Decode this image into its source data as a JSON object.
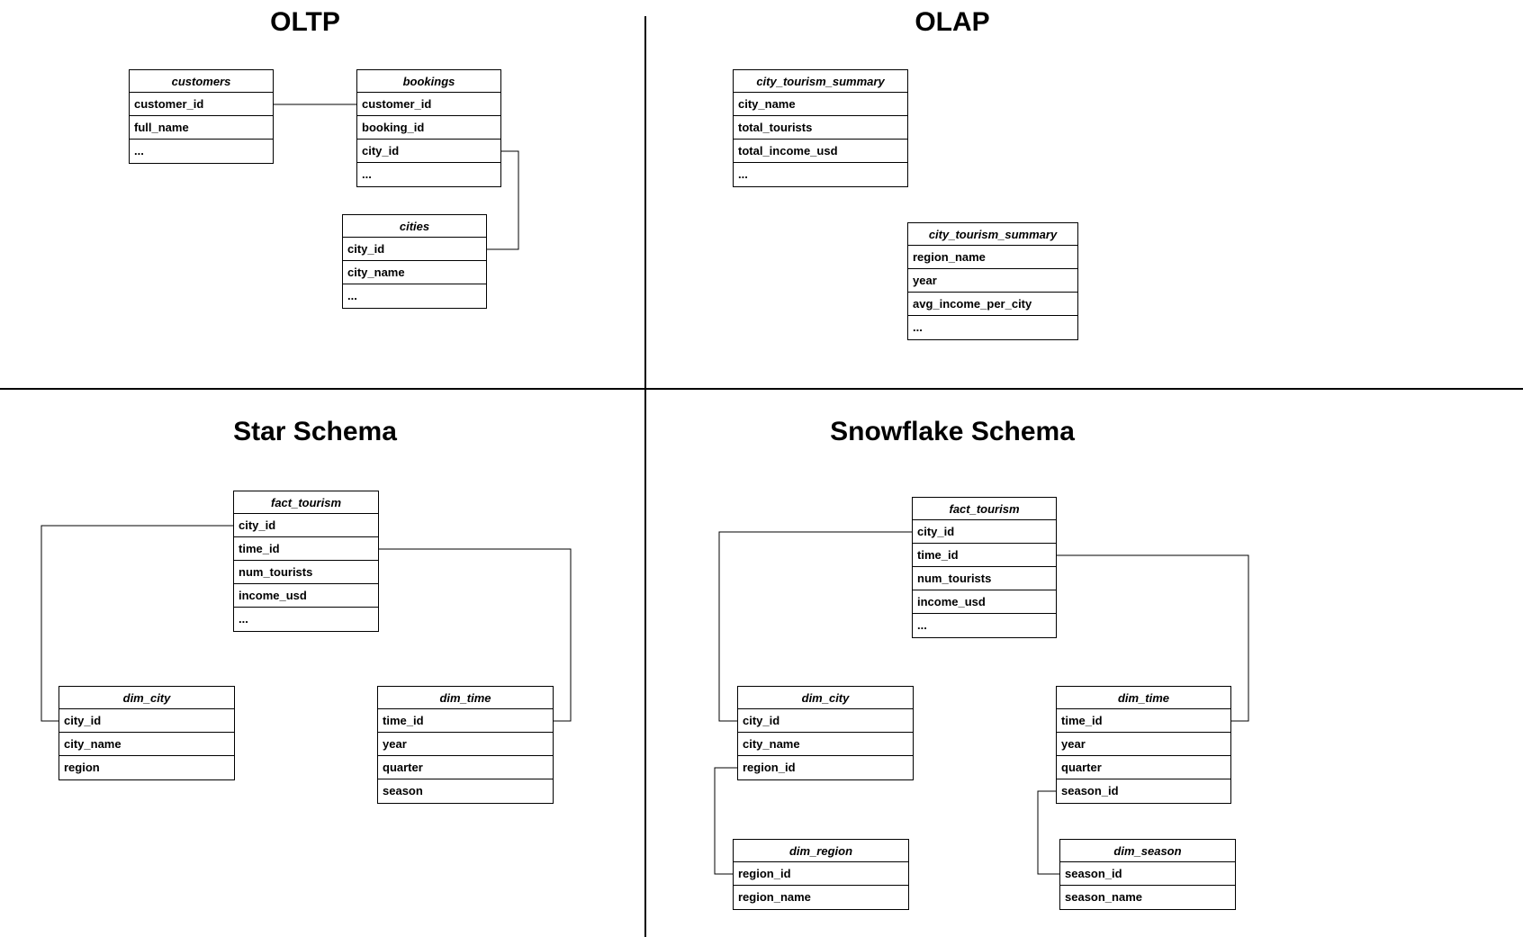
{
  "sections": {
    "oltp": "OLTP",
    "olap": "OLAP",
    "star": "Star Schema",
    "snowflake": "Snowflake Schema"
  },
  "tables": {
    "oltp_customers": {
      "name": "customers",
      "fields": [
        "customer_id",
        "full_name",
        "..."
      ]
    },
    "oltp_bookings": {
      "name": "bookings",
      "fields": [
        "customer_id",
        "booking_id",
        "city_id",
        "..."
      ]
    },
    "oltp_cities": {
      "name": "cities",
      "fields": [
        "city_id",
        "city_name",
        "..."
      ]
    },
    "olap_summary_1": {
      "name": "city_tourism_summary",
      "fields": [
        "city_name",
        "total_tourists",
        "total_income_usd",
        "..."
      ]
    },
    "olap_summary_2": {
      "name": "city_tourism_summary",
      "fields": [
        "region_name",
        "year",
        "avg_income_per_city",
        "..."
      ]
    },
    "star_fact": {
      "name": "fact_tourism",
      "fields": [
        "city_id",
        "time_id",
        "num_tourists",
        "income_usd",
        "..."
      ]
    },
    "star_dim_city": {
      "name": "dim_city",
      "fields": [
        "city_id",
        "city_name",
        "region"
      ]
    },
    "star_dim_time": {
      "name": "dim_time",
      "fields": [
        "time_id",
        "year",
        "quarter",
        "season"
      ]
    },
    "snow_fact": {
      "name": "fact_tourism",
      "fields": [
        "city_id",
        "time_id",
        "num_tourists",
        "income_usd",
        "..."
      ]
    },
    "snow_dim_city": {
      "name": "dim_city",
      "fields": [
        "city_id",
        "city_name",
        "region_id"
      ]
    },
    "snow_dim_time": {
      "name": "dim_time",
      "fields": [
        "time_id",
        "year",
        "quarter",
        "season_id"
      ]
    },
    "snow_dim_region": {
      "name": "dim_region",
      "fields": [
        "region_id",
        "region_name"
      ]
    },
    "snow_dim_season": {
      "name": "dim_season",
      "fields": [
        "season_id",
        "season_name"
      ]
    }
  }
}
